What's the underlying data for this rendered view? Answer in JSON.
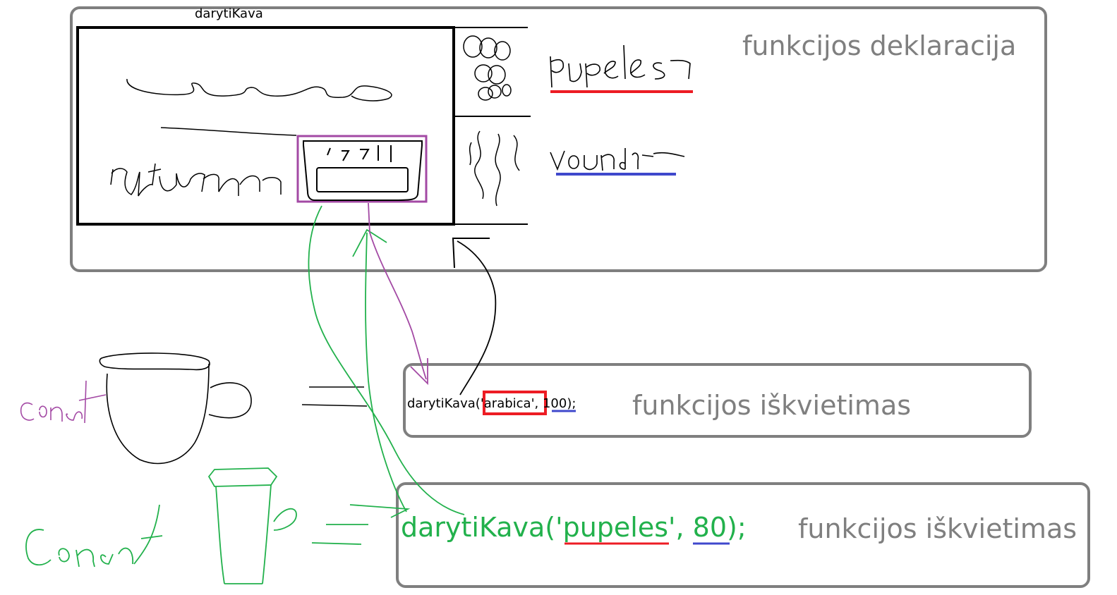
{
  "declaration": {
    "function_name": "darytiKava",
    "caption": "funkcijos deklaracija",
    "params": [
      {
        "text": "pupeles",
        "underline_color": "#ed1c24"
      },
      {
        "text": "vanduo",
        "underline_color": "#3f48cc"
      }
    ],
    "body_keyword": "return",
    "box_color": "#000000",
    "return_box_color": "#a349a4"
  },
  "call_1": {
    "name": "darytiKava",
    "open": "(",
    "arg1": "'arabica'",
    "sep": ", ",
    "arg2": "100",
    "close": ");",
    "caption": "funkcijos iškvietimas",
    "const_label": "const",
    "arg1_box_color": "#ed1c24",
    "arg2_underline_color": "#3f48cc",
    "const_color": "#a349a4"
  },
  "call_2": {
    "name": "darytiKava",
    "open": "(",
    "arg1": "'pupeles'",
    "sep": ", ",
    "arg2": "80",
    "close": ");",
    "caption": "funkcijos iškvietimas",
    "const_label": "const",
    "text_color": "#22b14c",
    "arg1_underline_color": "#ed1c24",
    "arg2_underline_color": "#3f48cc"
  },
  "colors": {
    "frame": "#7f7f7f",
    "green": "#22b14c",
    "purple": "#a349a4",
    "black": "#000000"
  }
}
